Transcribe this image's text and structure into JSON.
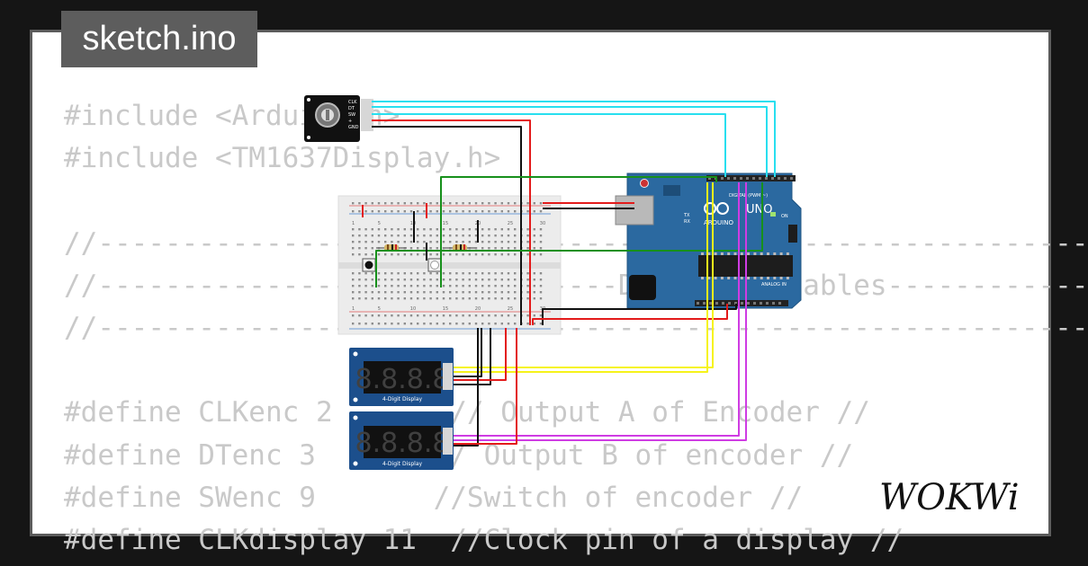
{
  "tab": {
    "filename": "sketch.ino"
  },
  "code_lines": [
    "#include <Arduino.h>",
    "#include <TM1637Display.h>",
    "",
    "//-----------------------------------------------------------",
    "//-------------------------------Define Variables------------",
    "//-----------------------------------------------------------",
    "",
    "#define CLKenc 2       // Output A of Encoder //",
    "#define DTenc 3       // Output B of encoder //",
    "#define SWenc 9       //Switch of encoder //",
    "#define CLKdisplay 11  //Clock pin of a display //"
  ],
  "encoder": {
    "pins": [
      "CLK",
      "DT",
      "SW",
      "+",
      "GND"
    ]
  },
  "arduino": {
    "brand": "ARDUINO",
    "model": "UNO",
    "digital_label": "DIGITAL (PWM ~)",
    "analog_label": "ANALOG IN",
    "on_label": "ON",
    "tx_label": "TX",
    "rx_label": "RX"
  },
  "breadboard": {
    "column_numbers": [
      "1",
      "5",
      "10",
      "15",
      "20",
      "25",
      "30"
    ]
  },
  "displays": [
    {
      "digits": "8.8.8.8",
      "caption": "4-Digit Display"
    },
    {
      "digits": "8.8.8.8",
      "caption": "4-Digit Display"
    }
  ],
  "logo": {
    "text": "WOKWi"
  },
  "colors": {
    "board_blue": "#2b69a0",
    "display_blue": "#1c4f8c",
    "wire_cyan": "#28dfef",
    "wire_red": "#e31b1b",
    "wire_green": "#17901b",
    "wire_black": "#111111",
    "wire_yellow": "#f6f31a",
    "wire_magenta": "#cf3ce3",
    "code_text": "#c9c9c9"
  }
}
